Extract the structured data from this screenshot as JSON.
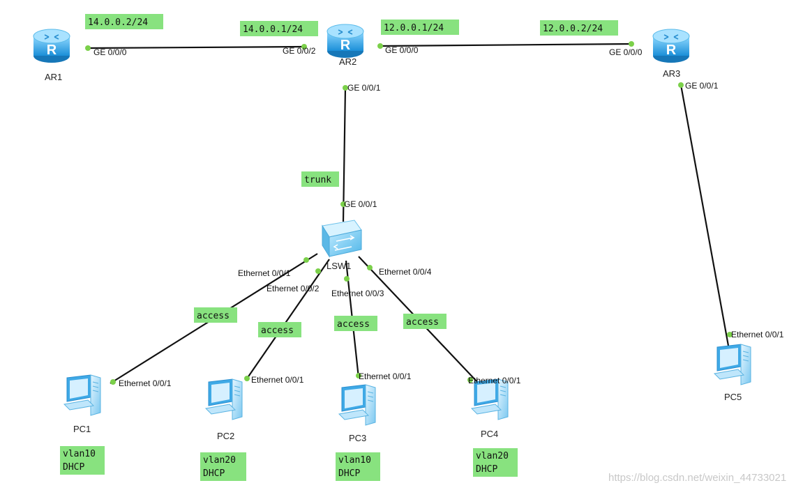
{
  "devices": {
    "ar1": "AR1",
    "ar2": "AR2",
    "ar3": "AR3",
    "lsw1": "LSW1",
    "pc1": "PC1",
    "pc2": "PC2",
    "pc3": "PC3",
    "pc4": "PC4",
    "pc5": "PC5"
  },
  "ports": {
    "ar1_ge000": "GE 0/0/0",
    "ar2_ge002": "GE 0/0/2",
    "ar2_ge000": "GE 0/0/0",
    "ar2_ge001": "GE 0/0/1",
    "ar3_ge000": "GE 0/0/0",
    "ar3_ge001": "GE 0/0/1",
    "lsw1_ge001": "GE 0/0/1",
    "lsw1_eth1": "Ethernet 0/0/1",
    "lsw1_eth2": "Ethernet 0/0/2",
    "lsw1_eth3": "Ethernet 0/0/3",
    "lsw1_eth4": "Ethernet 0/0/4",
    "pc1_eth": "Ethernet 0/0/1",
    "pc2_eth": "Ethernet 0/0/1",
    "pc3_eth": "Ethernet 0/0/1",
    "pc4_eth": "Ethernet 0/0/1",
    "pc5_eth": "Ethernet 0/0/1"
  },
  "notes": {
    "ip_ar1": "14.0.0.2/24",
    "ip_ar2_left": "14.0.0.1/24",
    "ip_ar2_right": "12.0.0.1/24",
    "ip_ar3": "12.0.0.2/24",
    "trunk": "trunk",
    "access1": "access",
    "access2": "access",
    "access3": "access",
    "access4": "access",
    "pc1_vlan": "vlan10",
    "pc1_mode": "DHCP",
    "pc2_vlan": "vlan20",
    "pc2_mode": "DHCP",
    "pc3_vlan": "vlan10",
    "pc3_mode": "DHCP",
    "pc4_vlan": "vlan20",
    "pc4_mode": "DHCP"
  },
  "watermark": "https://blog.csdn.net/weixin_44733021",
  "colors": {
    "note_bg": "#88e27f",
    "port_dot": "#7bd04a",
    "router_blue": "#2aa6e8",
    "link": "#111111"
  }
}
